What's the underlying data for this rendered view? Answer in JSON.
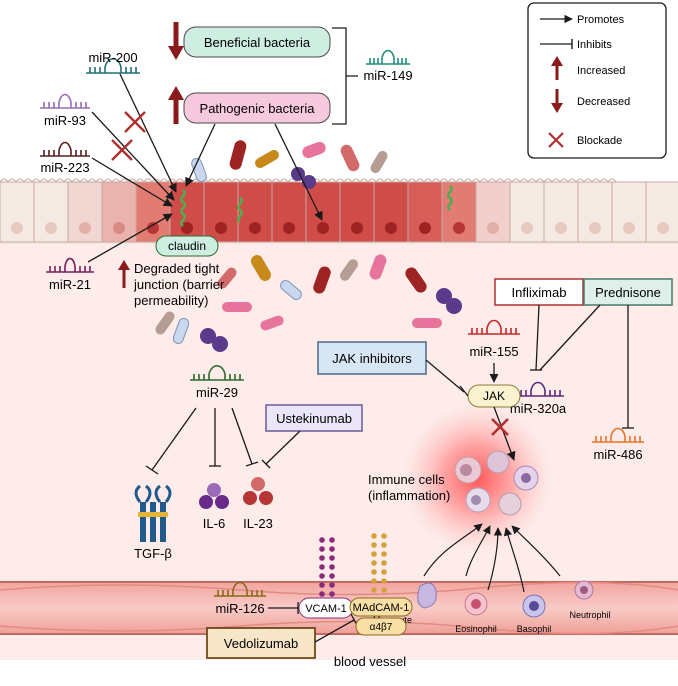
{
  "legend": {
    "promotes": "Promotes",
    "inhibits": "Inhibits",
    "increased": "Increased",
    "decreased": "Decreased",
    "blockade": "Blockade"
  },
  "bacteria": {
    "beneficial": "Beneficial bacteria",
    "pathogenic": "Pathogenic bacteria"
  },
  "mirnas": {
    "mir149": "miR-149",
    "mir200": "miR-200",
    "mir93": "miR-93",
    "mir223": "miR-223",
    "mir21": "miR-21",
    "mir29": "miR-29",
    "mir155": "miR-155",
    "mir320a": "miR-320a",
    "mir486": "miR-486",
    "mir126": "miR-126"
  },
  "epithelium": {
    "claudin": "claudin",
    "tight_junction_1": "Degraded tight",
    "tight_junction_2": "junction (barrier",
    "tight_junction_3": "permeability)"
  },
  "drugs": {
    "infliximab": "Infliximab",
    "prednisone": "Prednisone",
    "jak_inhibitors": "JAK inhibitors",
    "ustekinumab": "Ustekinumab",
    "vedolizumab": "Vedolizumab"
  },
  "targets": {
    "jak": "JAK",
    "tgf_beta": "TGF-β",
    "il6": "IL-6",
    "il23": "IL-23",
    "vcam1": "VCAM-1",
    "madcam1": "MAdCAM-1",
    "a4b7": "α4β7"
  },
  "immune": {
    "label_1": "Immune cells",
    "label_2": "(inflammation)",
    "monocyte": "Monocyte",
    "eosinophil": "Eosinophil",
    "basophil": "Basophil",
    "neutrophil": "Neutrophil"
  },
  "vessel": {
    "label": "blood vessel"
  },
  "colors": {
    "arrow": "#1a1a1a",
    "increase_decrease": "#8b1a1a",
    "blockade": "#b03030",
    "epithelium_dark": "#c94a4a",
    "epithelium_light": "#f2e6e0",
    "tissue": "#fdecea",
    "vessel": "#f3b3ad",
    "beneficial_box": "#cdeee0",
    "pathogenic_box": "#f7c9df"
  }
}
